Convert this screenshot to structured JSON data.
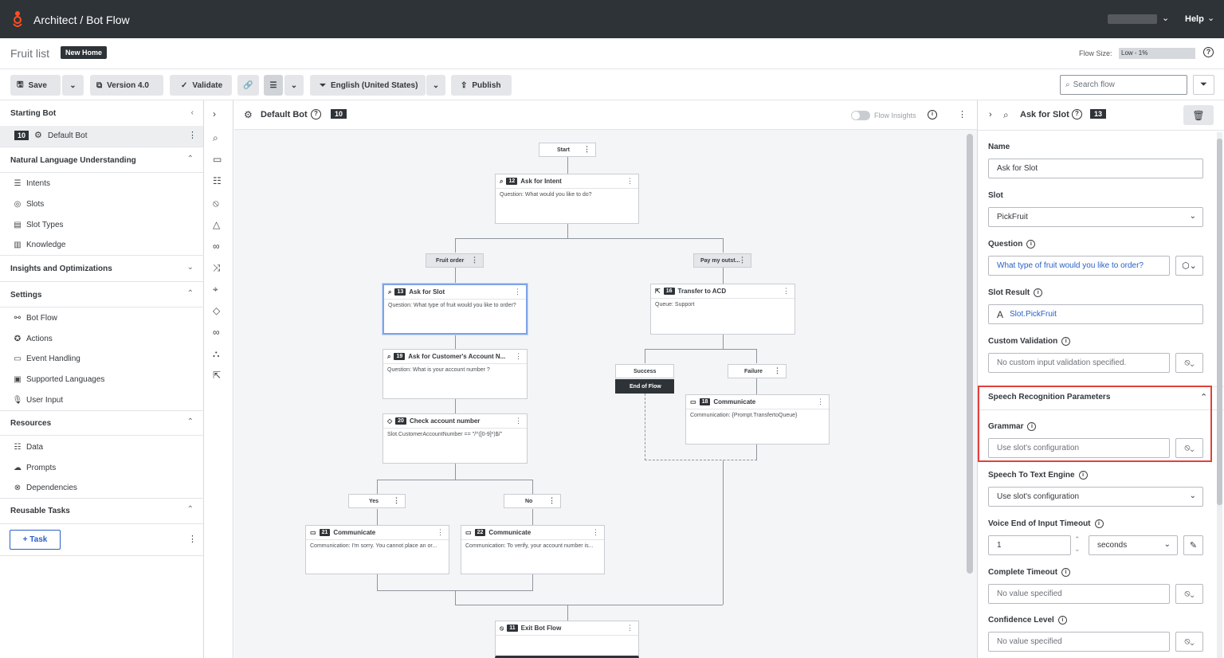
{
  "topbar": {
    "breadcrumb": "Architect  /  Bot Flow",
    "help": "Help"
  },
  "titlebar": {
    "flow_name": "Fruit list",
    "badge": "New Home",
    "flow_size_label": "Flow Size:",
    "flow_size_value": "Low - 1%"
  },
  "toolbar": {
    "save": "Save",
    "version": "Version 4.0",
    "validate": "Validate",
    "language": "English (United States)",
    "publish": "Publish",
    "search_placeholder": "Search flow"
  },
  "left": {
    "starting_bot": "Starting Bot",
    "default_bot_num": "10",
    "default_bot": "Default Bot",
    "nlu": "Natural Language Understanding",
    "nlu_items": [
      "Intents",
      "Slots",
      "Slot Types",
      "Knowledge"
    ],
    "insights": "Insights and Optimizations",
    "settings": "Settings",
    "settings_items": [
      "Bot Flow",
      "Actions",
      "Event Handling",
      "Supported Languages",
      "User Input"
    ],
    "resources": "Resources",
    "resources_items": [
      "Data",
      "Prompts",
      "Dependencies"
    ],
    "reusable": "Reusable Tasks",
    "task_button": "+ Task"
  },
  "canvas": {
    "title": "Default Bot",
    "title_num": "10",
    "flow_insights": "Flow Insights",
    "start": "Start",
    "nodes": {
      "n12": {
        "num": "12",
        "title": "Ask for Intent",
        "body": "Question: What would you like to do?"
      },
      "n13": {
        "num": "13",
        "title": "Ask for Slot",
        "body": "Question: What type of fruit would you like to order?"
      },
      "n16": {
        "num": "16",
        "title": "Transfer to ACD",
        "body": "Queue: Support"
      },
      "n19": {
        "num": "19",
        "title": "Ask for Customer's Account N...",
        "body": "Question: What is your account number ?"
      },
      "n20": {
        "num": "20",
        "title": "Check account number",
        "body": "Slot.CustomerAccountNumber == \"/^([0-9]*)$/\""
      },
      "n18": {
        "num": "18",
        "title": "Communicate",
        "body": "Communication: {Prompt.TransfertoQueue}"
      },
      "n21": {
        "num": "21",
        "title": "Communicate",
        "body": "Communication: I'm sorry. You cannot place an or..."
      },
      "n22": {
        "num": "22",
        "title": "Communicate",
        "body": "Communication: To verify, your account number is..."
      },
      "n11": {
        "num": "11",
        "title": "Exit Bot Flow"
      }
    },
    "pills": {
      "fruit_order": "Fruit order",
      "pay": "Pay my outst...",
      "success": "Success",
      "end_of_flow": "End of Flow",
      "failure": "Failure",
      "yes": "Yes",
      "no": "No"
    }
  },
  "right": {
    "header_title": "Ask for Slot",
    "header_num": "13",
    "name_label": "Name",
    "name_value": "Ask for Slot",
    "slot_label": "Slot",
    "slot_value": "PickFruit",
    "question_label": "Question",
    "question_value": "What type of fruit would you like to order?",
    "slot_result_label": "Slot Result",
    "slot_result_value": "Slot.PickFruit",
    "custom_validation_label": "Custom Validation",
    "custom_validation_value": "No custom input validation specified.",
    "speech_section": "Speech Recognition Parameters",
    "grammar_label": "Grammar",
    "grammar_value": "Use slot's configuration",
    "stt_label": "Speech To Text Engine",
    "stt_value": "Use slot's configuration",
    "voice_timeout_label": "Voice End of Input Timeout",
    "voice_timeout_value": "1",
    "voice_timeout_unit": "seconds",
    "complete_timeout_label": "Complete Timeout",
    "complete_timeout_value": "No value specified",
    "confidence_label": "Confidence Level",
    "confidence_value": "No value specified"
  }
}
